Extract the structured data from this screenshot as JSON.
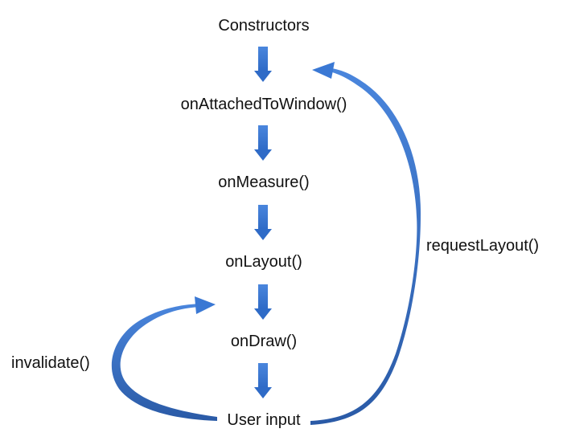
{
  "diagram": {
    "nodes": [
      "Constructors",
      "onAttachedToWindow()",
      "onMeasure()",
      "onLayout()",
      "onDraw()",
      "User input"
    ],
    "loops": {
      "request_layout": "requestLayout()",
      "invalidate": "invalidate()"
    },
    "colors": {
      "arrow_light": "#4a86dd",
      "arrow_dark": "#2a5aa6",
      "text": "#111111"
    }
  }
}
